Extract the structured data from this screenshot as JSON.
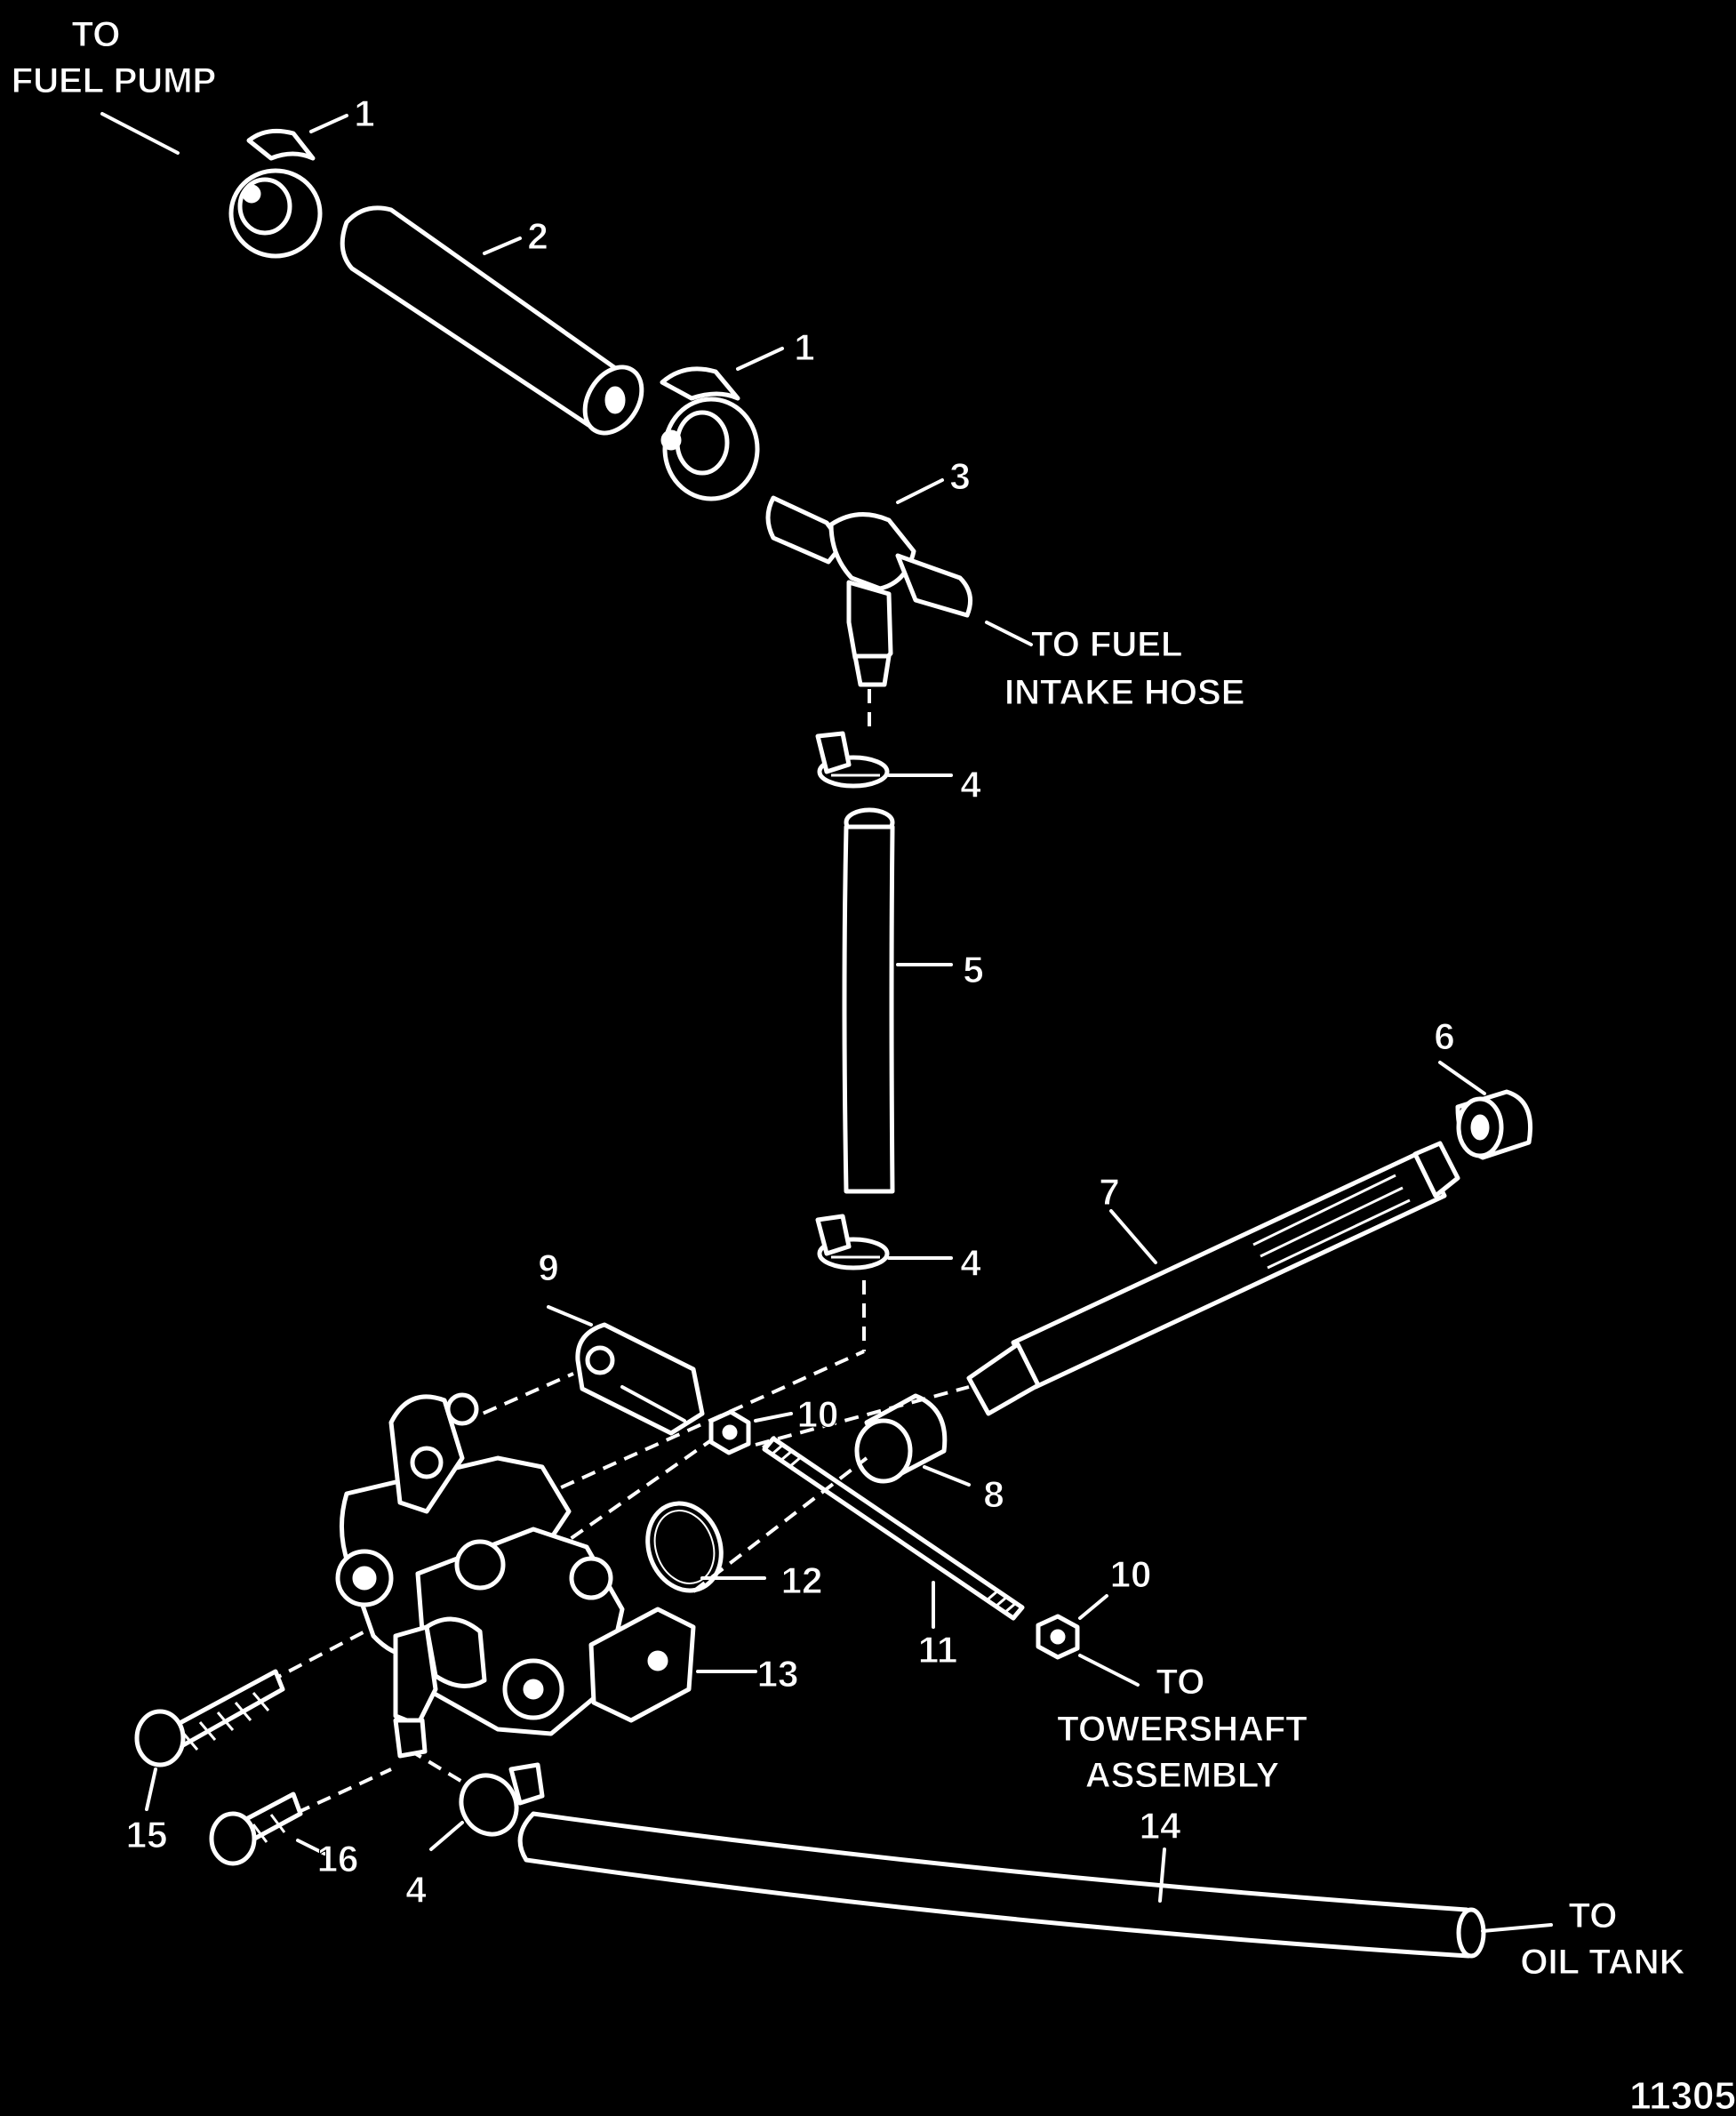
{
  "labels": {
    "to_fuel_pump_1": "TO",
    "to_fuel_pump_2": "FUEL PUMP",
    "to_fuel_intake_1": "TO FUEL",
    "to_fuel_intake_2": "INTAKE HOSE",
    "to_towershaft_1": "TO",
    "to_towershaft_2": "TOWERSHAFT",
    "to_towershaft_3": "ASSEMBLY",
    "to_oil_tank_1": "TO",
    "to_oil_tank_2": "OIL TANK"
  },
  "callouts": {
    "c1a": "1",
    "c1b": "1",
    "c2": "2",
    "c3": "3",
    "c4a": "4",
    "c4b": "4",
    "c4c": "4",
    "c5": "5",
    "c6": "6",
    "c7": "7",
    "c8": "8",
    "c9": "9",
    "c10a": "10",
    "c10b": "10",
    "c11": "11",
    "c12": "12",
    "c13": "13",
    "c14": "14",
    "c15": "15",
    "c16": "16"
  },
  "figure_number": "11305",
  "colors": {
    "background": "#000000",
    "line": "#ffffff"
  }
}
